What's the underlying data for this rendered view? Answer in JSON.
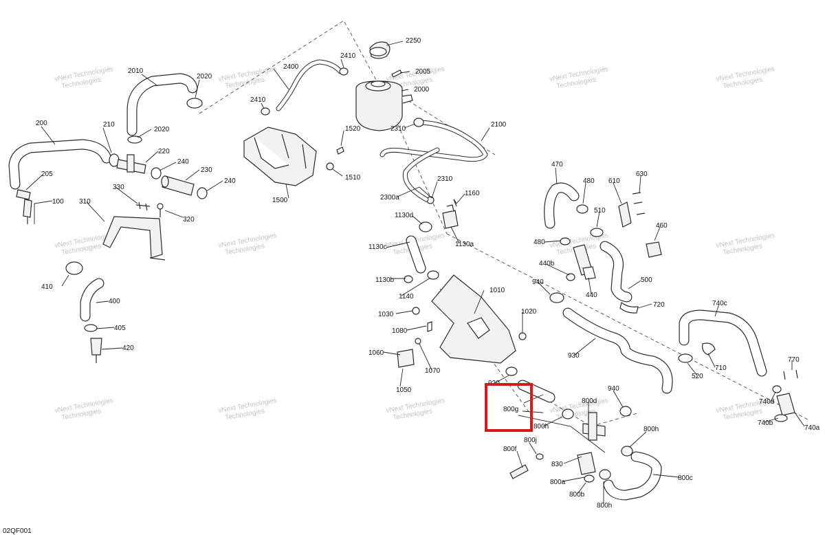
{
  "diagram_code": "02QF001",
  "highlight_colour": "#d7191c",
  "watermark": {
    "line1": "vNext Technologies",
    "line2": "Technologies"
  },
  "labels": {
    "l2250": "2250",
    "l2410a": "2410",
    "l2005": "2005",
    "l2010": "2010",
    "l2020a": "2020",
    "l2400": "2400",
    "l2000": "2000",
    "l2410b": "2410",
    "l2310a": "2310",
    "l2100": "2100",
    "l200": "200",
    "l210": "210",
    "l2020b": "2020",
    "l220": "220",
    "l240a": "240",
    "l230": "230",
    "l240b": "240",
    "l205": "205",
    "l100": "100",
    "l330": "330",
    "l310": "310",
    "l320": "320",
    "l1520": "1520",
    "l1510": "1510",
    "l1500": "1500",
    "l2300a": "2300a",
    "l2310b": "2310",
    "l1160": "1160",
    "l1130d": "1130d",
    "l1130a": "1130a",
    "l1130c": "1130c",
    "l1130b": "1130b",
    "l1140": "1140",
    "l1010": "1010",
    "l1030": "1030",
    "l1020": "1020",
    "l1080": "1080",
    "l1060": "1060",
    "l1070": "1070",
    "l1050": "1050",
    "l410": "410",
    "l400": "400",
    "l405": "405",
    "l420": "420",
    "l470": "470",
    "l480a": "480",
    "l610": "610",
    "l630": "630",
    "l510": "510",
    "l460": "460",
    "l480b": "480",
    "l440b": "440b",
    "l940a": "940",
    "l440": "440",
    "l500": "500",
    "l720": "720",
    "l740c": "740c",
    "l930": "930",
    "l520": "520",
    "l710": "710",
    "l770": "770",
    "l920": "920",
    "l800g": "800g",
    "l800d": "800d",
    "l940b": "940",
    "l800h1": "800h",
    "l740d": "740d",
    "l740b": "740b",
    "l740a": "740a",
    "l800h2": "800h",
    "l800j": "800j",
    "l800f": "800f",
    "l830": "830",
    "l800a": "800a",
    "l800b": "800b",
    "l800h3": "800h",
    "l800c": "800c"
  }
}
